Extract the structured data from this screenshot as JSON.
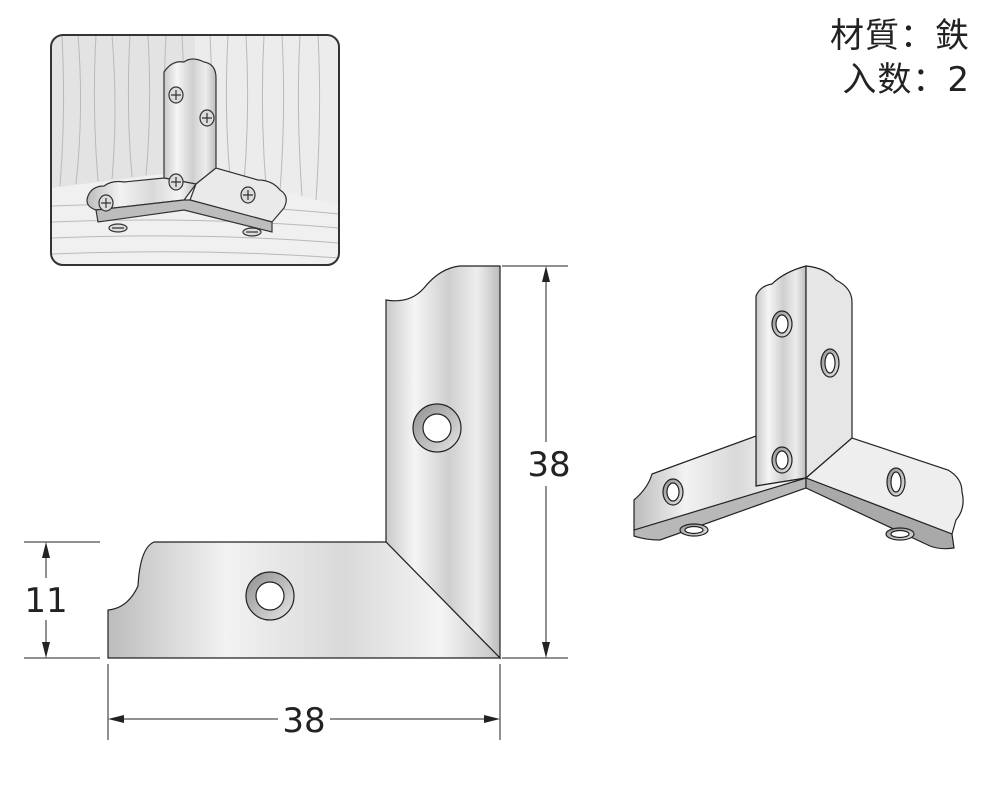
{
  "spec": {
    "material_label": "材質",
    "material_value": "鉄",
    "quantity_label": "入数",
    "quantity_value": "2",
    "separator": "："
  },
  "dimensions": {
    "height_label": "38",
    "width_label": "38",
    "side_height_label": "11"
  },
  "colors": {
    "outline": "#222222",
    "metal_light": "#f4f4f4",
    "metal_mid": "#d4d4d4",
    "metal_dark": "#a8a8a8",
    "wood": "#e9e9e9"
  }
}
